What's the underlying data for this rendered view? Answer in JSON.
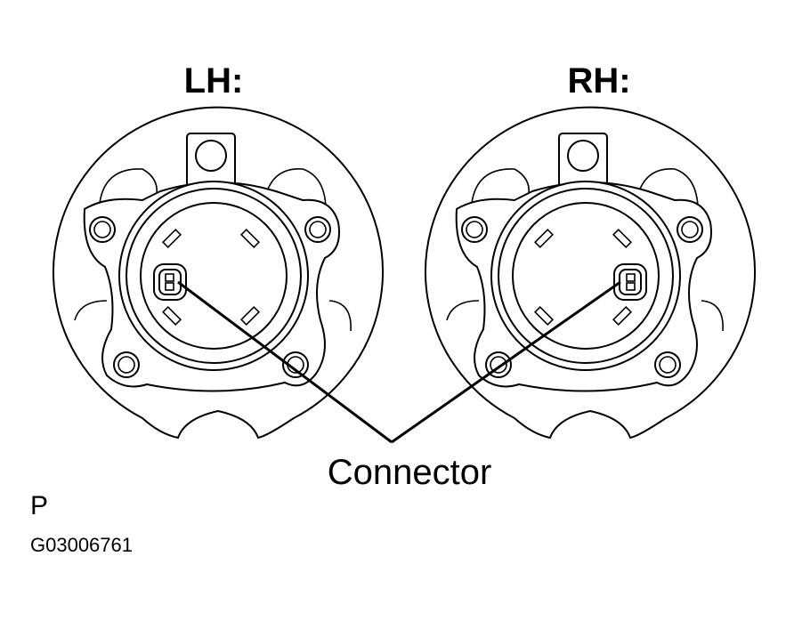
{
  "labels": {
    "left_hub": "LH:",
    "right_hub": "RH:",
    "callout": "Connector",
    "corner_mark": "P",
    "figure_code": "G03006761"
  },
  "colors": {
    "line": "#000000",
    "background": "#ffffff"
  }
}
